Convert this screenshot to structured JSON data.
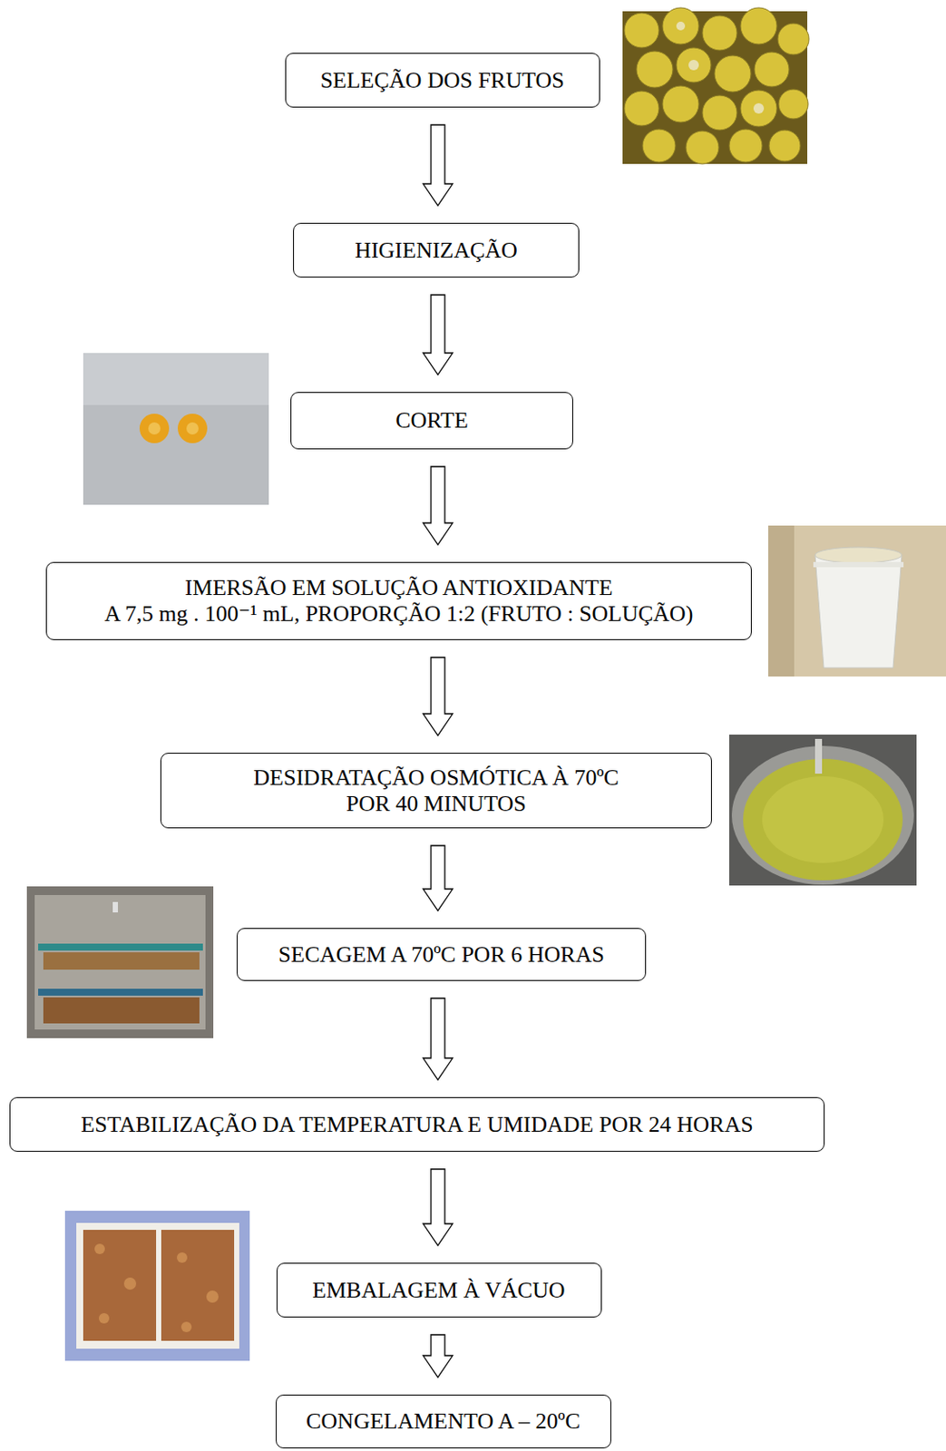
{
  "diagram": {
    "nodes": [
      {
        "text": [
          "SELEÇÃO DOS FRUTOS"
        ]
      },
      {
        "text": [
          "HIGIENIZAÇÃO"
        ]
      },
      {
        "text": [
          "CORTE"
        ]
      },
      {
        "text": [
          "IMERSÃO EM SOLUÇÃO ANTIOXIDANTE",
          "A 7,5 mg . 100⁻¹ mL, PROPORÇÃO 1:2 (FRUTO : SOLUÇÃO)"
        ]
      },
      {
        "text": [
          "DESIDRATAÇÃO OSMÓTICA À 70ºC",
          "POR 40 MINUTOS"
        ]
      },
      {
        "text": [
          "SECAGEM A 70ºC POR 6 HORAS"
        ]
      },
      {
        "text": [
          "ESTABILIZAÇÃO DA TEMPERATURA E UMIDADE POR 24 HORAS"
        ]
      },
      {
        "text": [
          "EMBALAGEM À VÁCUO"
        ]
      },
      {
        "text": [
          "CONGELAMENTO A – 20ºC"
        ]
      }
    ],
    "edges": [
      {
        "from": 0,
        "to": 1,
        "arrow": "to"
      },
      {
        "from": 1,
        "to": 2,
        "arrow": "to"
      },
      {
        "from": 2,
        "to": 3,
        "arrow": "to"
      },
      {
        "from": 3,
        "to": 4,
        "arrow": "to"
      },
      {
        "from": 4,
        "to": 5,
        "arrow": "to"
      },
      {
        "from": 5,
        "to": 6,
        "arrow": "to"
      },
      {
        "from": 6,
        "to": 7,
        "arrow": "to"
      },
      {
        "from": 7,
        "to": 8,
        "arrow": "to"
      }
    ]
  }
}
